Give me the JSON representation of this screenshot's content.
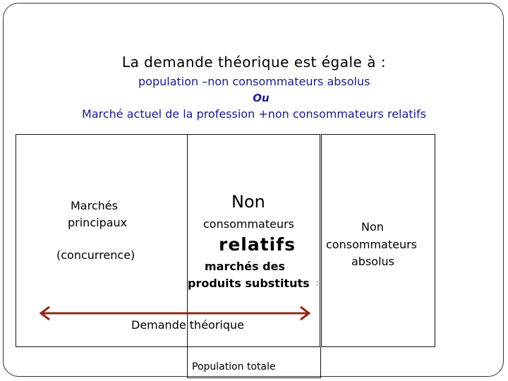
{
  "title": "La demande théorique est égale à :",
  "formula": {
    "line1": "population –non consommateurs absolus",
    "line2": "Ou",
    "line3": "Marché actuel de la profession +non consommateurs relatifs"
  },
  "left_section": {
    "line1": "Marchés",
    "line2": "principaux",
    "line3": "(concurrence)"
  },
  "middle_section": {
    "line1": "Non",
    "line2": "consommateurs",
    "line3": "relatifs",
    "line4": "marchés des",
    "line5": "produits substituts",
    "mark": ":"
  },
  "right_section": {
    "line1": "Non",
    "line2": "consommateurs",
    "line3": "absolus"
  },
  "arrow_label": "Demande théorique",
  "bottom_label": "Population totale",
  "colors": {
    "text_blue": "#1a1a8c",
    "arrow": "#8b2a1a"
  }
}
